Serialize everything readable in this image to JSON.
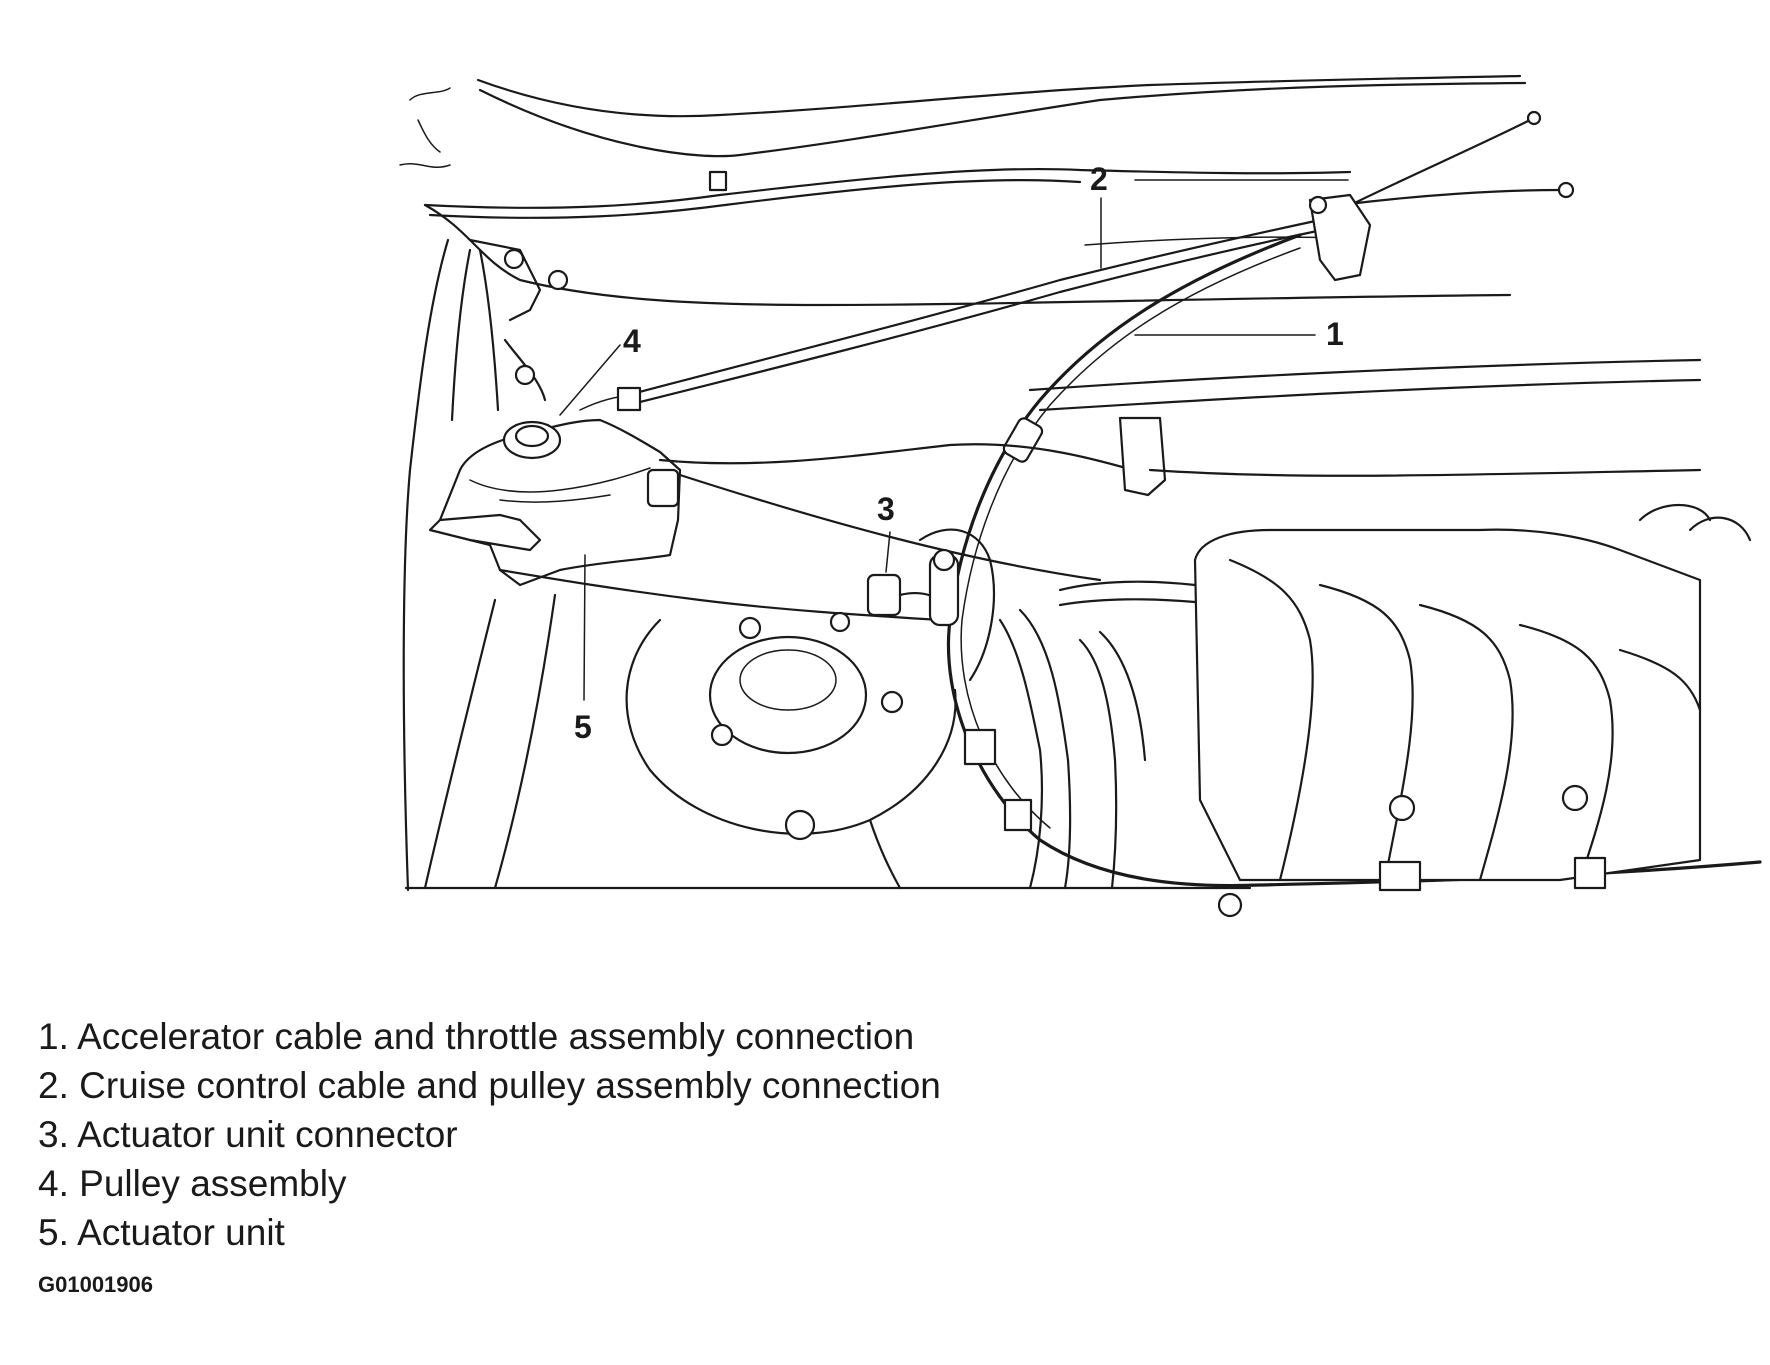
{
  "callouts": {
    "c1": "1",
    "c2": "2",
    "c3": "3",
    "c4": "4",
    "c5": "5"
  },
  "legend": [
    "1. Accelerator cable and throttle assembly connection",
    "2. Cruise control cable and pulley assembly connection",
    "3. Actuator unit connector",
    "4. Pulley assembly",
    "5. Actuator unit"
  ],
  "figure_id": "G01001906"
}
